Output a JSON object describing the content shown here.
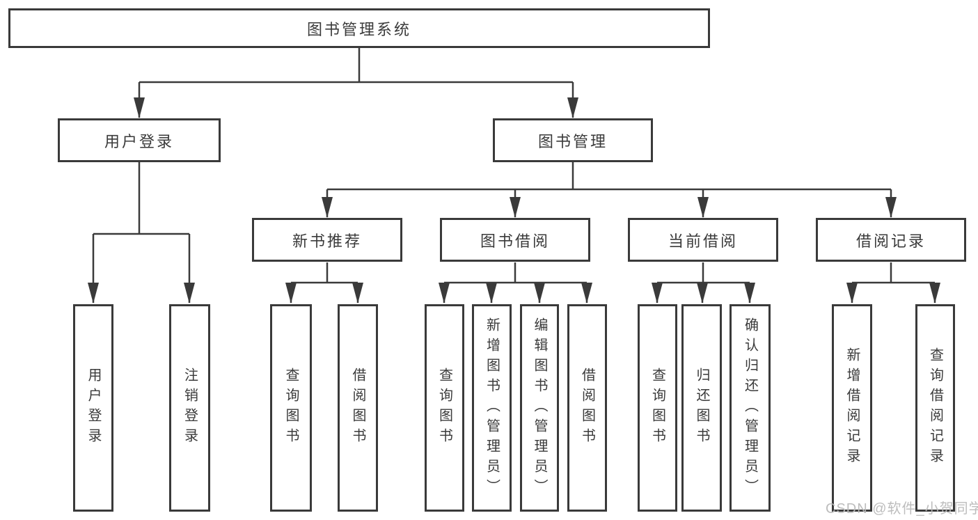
{
  "colors": {
    "line": "#3a3a3a",
    "text": "#3a3a3a",
    "box_fill": "#ffffff",
    "background": "#ffffff",
    "watermark": "#b9b9b9"
  },
  "watermark": "CSDN @软件_小贺同学",
  "diagram": {
    "root": {
      "label": "图书管理系统"
    },
    "level2": [
      {
        "label": "用户登录"
      },
      {
        "label": "图书管理"
      }
    ],
    "level3": [
      {
        "label": "新书推荐",
        "parent": "图书管理"
      },
      {
        "label": "图书借阅",
        "parent": "图书管理"
      },
      {
        "label": "当前借阅",
        "parent": "图书管理"
      },
      {
        "label": "借阅记录",
        "parent": "图书管理"
      }
    ],
    "leaves": [
      {
        "label": "用户登录",
        "parent": "用户登录"
      },
      {
        "label": "注销登录",
        "parent": "用户登录"
      },
      {
        "label": "查询图书",
        "parent": "新书推荐"
      },
      {
        "label": "借阅图书",
        "parent": "新书推荐"
      },
      {
        "label": "查询图书",
        "parent": "图书借阅"
      },
      {
        "label": "新增图书（管理员）",
        "parent": "图书借阅"
      },
      {
        "label": "编辑图书（管理员）",
        "parent": "图书借阅"
      },
      {
        "label": "借阅图书",
        "parent": "图书借阅"
      },
      {
        "label": "查询图书",
        "parent": "当前借阅"
      },
      {
        "label": "归还图书",
        "parent": "当前借阅"
      },
      {
        "label": "确认归还（管理员）",
        "parent": "当前借阅"
      },
      {
        "label": "新增借阅记录",
        "parent": "借阅记录"
      },
      {
        "label": "查询借阅记录",
        "parent": "借阅记录"
      }
    ]
  }
}
